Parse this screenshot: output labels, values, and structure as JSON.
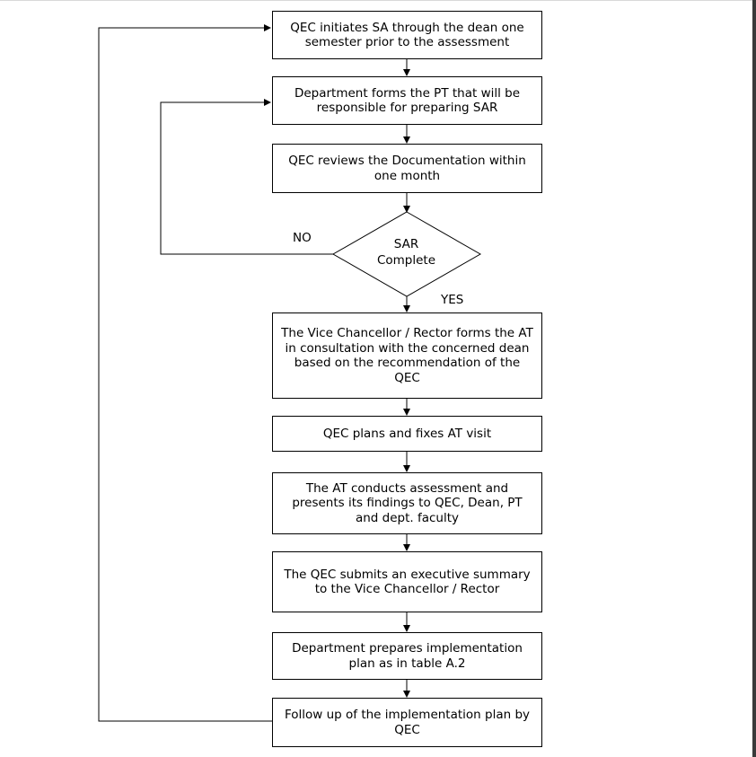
{
  "steps": [
    "QEC initiates SA through the dean one semester prior to the assessment",
    "Department forms the PT that will be responsible for preparing SAR",
    "QEC reviews the Documentation within one month",
    "The Vice Chancellor / Rector forms the AT in consultation with the concerned dean based on the recommendation of the QEC",
    "QEC plans and fixes AT visit",
    "The AT conducts assessment and presents its findings to QEC, Dean, PT and dept. faculty",
    "The QEC submits an executive summary to the Vice Chancellor / Rector",
    "Department prepares implementation plan as in table A.2",
    "Follow up of the implementation plan by QEC"
  ],
  "decision": {
    "line1": "SAR",
    "line2": "Complete",
    "no_label": "NO",
    "yes_label": "YES"
  }
}
